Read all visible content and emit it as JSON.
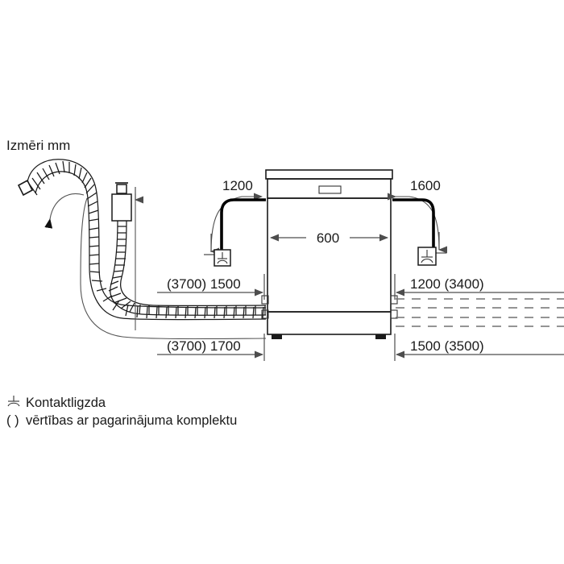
{
  "page": {
    "title_label": "Izmēri mm",
    "background_color": "#ffffff",
    "line_color": "#1a1a1a",
    "dimension_color": "#4d4d4d",
    "cable_color": "#000000"
  },
  "appliance": {
    "name": "dishwasher-front-view",
    "width_label": "600"
  },
  "dimensions": {
    "top_left": {
      "label": "1200",
      "target": "socket-left"
    },
    "top_right": {
      "label": "1600",
      "target": "socket-right"
    },
    "width": {
      "label": "600"
    },
    "mid_left": {
      "label": "(3700) 1500"
    },
    "mid_right": {
      "label": "1200 (3400)"
    },
    "bottom_left": {
      "label": "(3700) 1700"
    },
    "bottom_right": {
      "label": "1500 (3500)"
    }
  },
  "legend": {
    "socket_symbol_name": "power-socket-symbol",
    "socket_label": "Kontaktligzda",
    "bracket_symbol": "( )",
    "bracket_label": "vērtības ar pagarinājuma komplektu"
  },
  "parts": {
    "drain_hose": "corrugated-drain-hose",
    "hose_hook_end": "hose-hooked-end",
    "aqua_stop_valve": "aqua-stop-valve-box",
    "socket_left": "wall-socket-left",
    "socket_right": "wall-socket-right",
    "power_cable_left": "power-cable-left",
    "power_cable_right": "power-cable-right",
    "supply_lines_right": "supply-hose-lines-right"
  }
}
